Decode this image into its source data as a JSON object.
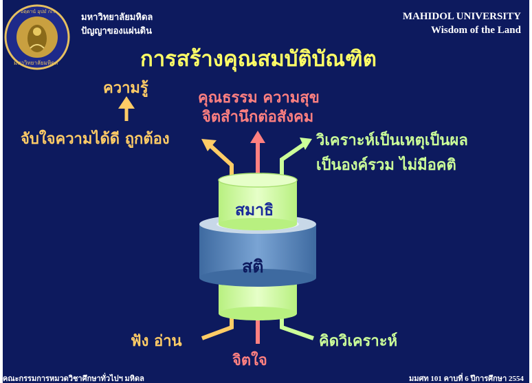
{
  "header": {
    "thai_line1": "มหาวิทยาลัยมหิดล",
    "thai_line2": "ปัญญาของแผ่นดิน",
    "eng_line1": "MAHIDOL UNIVERSITY",
    "eng_line2": "Wisdom of the Land"
  },
  "logo": {
    "icon": "university-seal-icon",
    "text_top": "อตฺตานํ อุปมํ กเร",
    "text_bottom": "มหาวิทยาลัยมหิดล"
  },
  "title": "การสร้างคุณสมบัติบัณฑิต",
  "labels": {
    "knowledge": "ความรู้",
    "understand": "จับใจความได้ดี ถูกต้อง",
    "virtue_line1": "คุณธรรม ความสุข",
    "virtue_line2": "จิตสำนึกต่อสังคม",
    "analysis_line1": "วิเคราะห์เป็นเหตุเป็นผล",
    "analysis_line2": "เป็นองค์รวม ไม่มีอคติ",
    "concentration": "สมาธิ",
    "mindfulness": "สติ",
    "listen_read": "ฟัง อ่าน",
    "mind": "จิตใจ",
    "think_analyze": "คิดวิเคราะห์"
  },
  "footer": {
    "left": "คณะกรรมการหมวดวิชาศึกษาทั่วไปฯ มหิดล",
    "right": "มมศท 101 คาบที่ 6 ปีการศึกษา 2554"
  },
  "colors": {
    "background": "#0d1a5e",
    "orange": "#ffcc66",
    "pink": "#ff8080",
    "green": "#ccff99",
    "title": "#ffff66",
    "blue_band": "#5b86b8",
    "cylinder": "#ccff99"
  }
}
